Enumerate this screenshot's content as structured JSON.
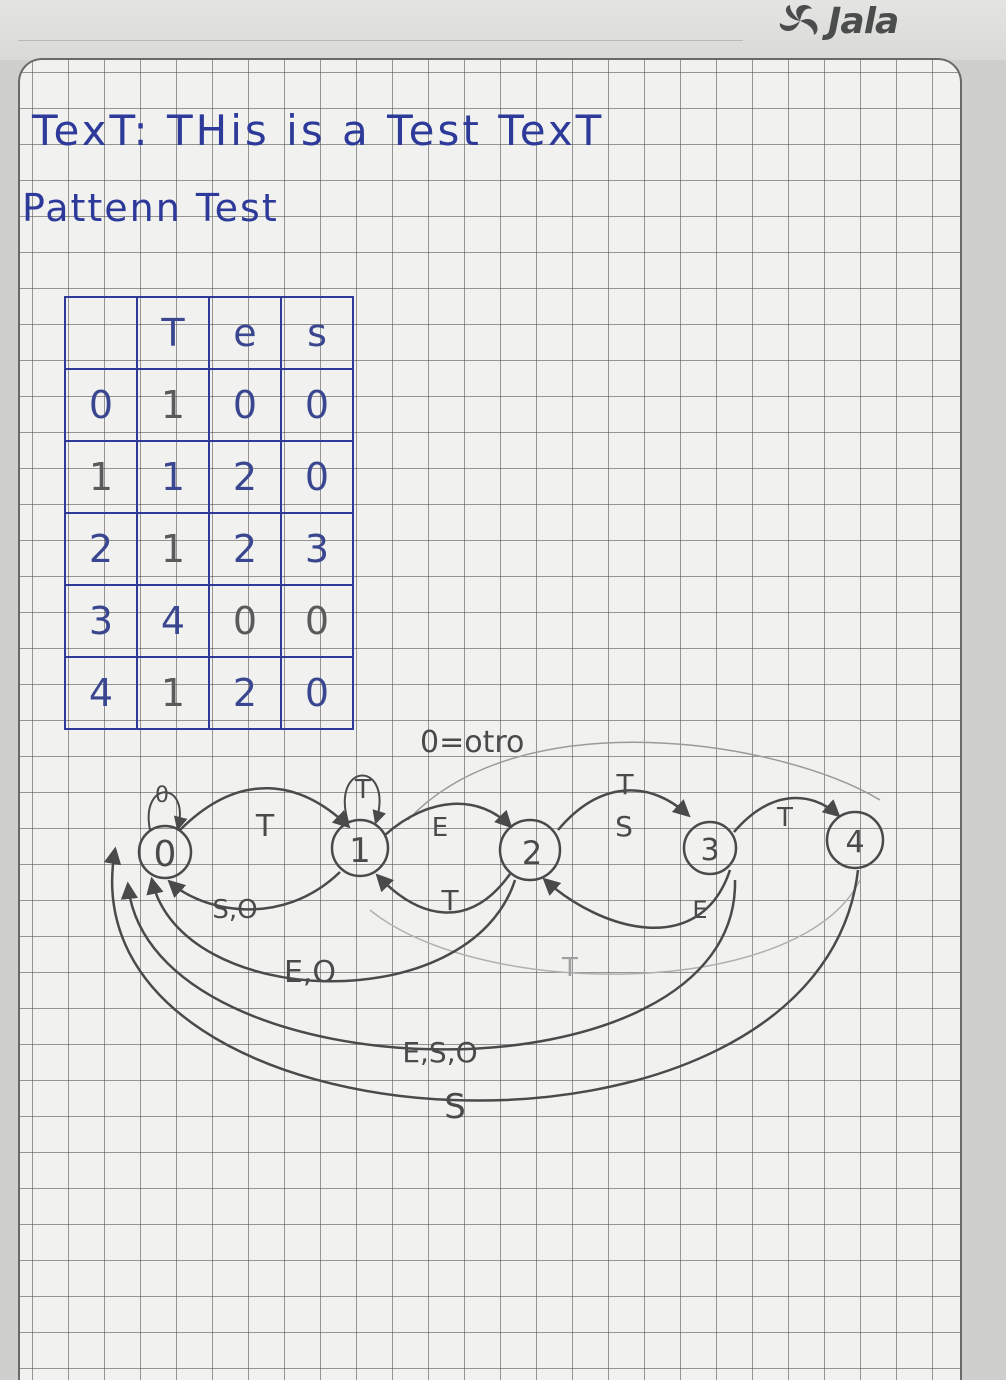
{
  "brand": {
    "name": "Jala"
  },
  "notes": {
    "text_line": "TexT: THis is a Test TexT",
    "pattern_line": "Pattenn Test"
  },
  "table": {
    "header": [
      "",
      "T",
      "e",
      "s"
    ],
    "rows": [
      [
        "0",
        "1",
        "0",
        "0"
      ],
      [
        "1",
        "1",
        "2",
        "0"
      ],
      [
        "2",
        "1",
        "2",
        "3"
      ],
      [
        "3",
        "4",
        "0",
        "0"
      ],
      [
        "4",
        "1",
        "2",
        "0"
      ]
    ]
  },
  "diagram": {
    "legend": "0=otro",
    "states": [
      "0",
      "1",
      "2",
      "3",
      "4"
    ],
    "labels": {
      "self_0": "0",
      "self_1": "T",
      "t01": "T",
      "e12": "E",
      "t21": "T",
      "s23": "S",
      "t34": "T",
      "e32": "E",
      "s10": "S,O",
      "e20": "E,O",
      "eso30": "E,S,O",
      "s40": "S",
      "faint_t": "T",
      "upper_t": "T"
    }
  },
  "colors": {
    "ink": "#2d3a9a",
    "pencil": "#4a4a4a",
    "paper": "#f1f2ef"
  }
}
